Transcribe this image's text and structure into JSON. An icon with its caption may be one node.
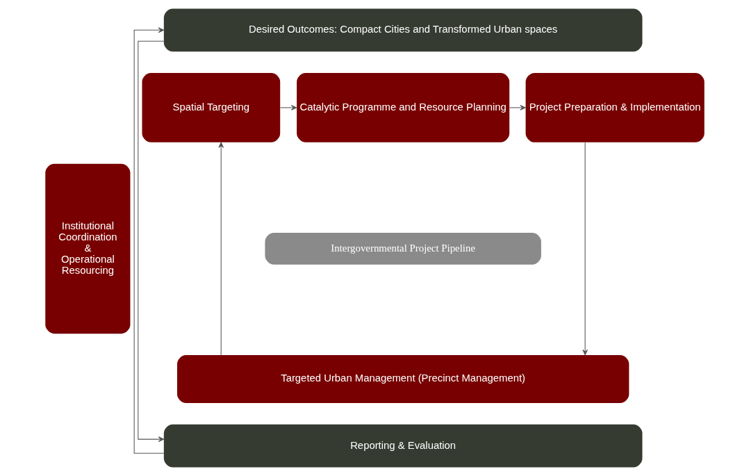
{
  "diagram": {
    "nodes": [
      {
        "text": [
          "Desired Outcomes: Compact Cities and Transformed Urban spaces"
        ]
      },
      {
        "text": [
          "Institutional Coordination & Operational Resourcing"
        ]
      },
      {
        "text": [
          "Spatial Targeting"
        ]
      },
      {
        "text": [
          "Catalytic Programme and Resource Planning"
        ]
      },
      {
        "text": [
          "Project Preparation & Implementation"
        ]
      },
      {
        "text": [
          "Intergovernmental Project Pipeline"
        ]
      },
      {
        "text": [
          "Targeted Urban Management (Precinct Management)"
        ]
      },
      {
        "text": [
          "Reporting & Evaluation"
        ]
      }
    ],
    "edges": [
      {
        "from": 7,
        "to": 0,
        "arrow": "to"
      },
      {
        "from": 0,
        "to": 7,
        "arrow": "to"
      },
      {
        "from": 2,
        "to": 3,
        "arrow": "to"
      },
      {
        "from": 3,
        "to": 4,
        "arrow": "to"
      },
      {
        "from": 4,
        "to": 6,
        "arrow": "to"
      },
      {
        "from": 6,
        "to": 2,
        "arrow": "to"
      }
    ]
  }
}
